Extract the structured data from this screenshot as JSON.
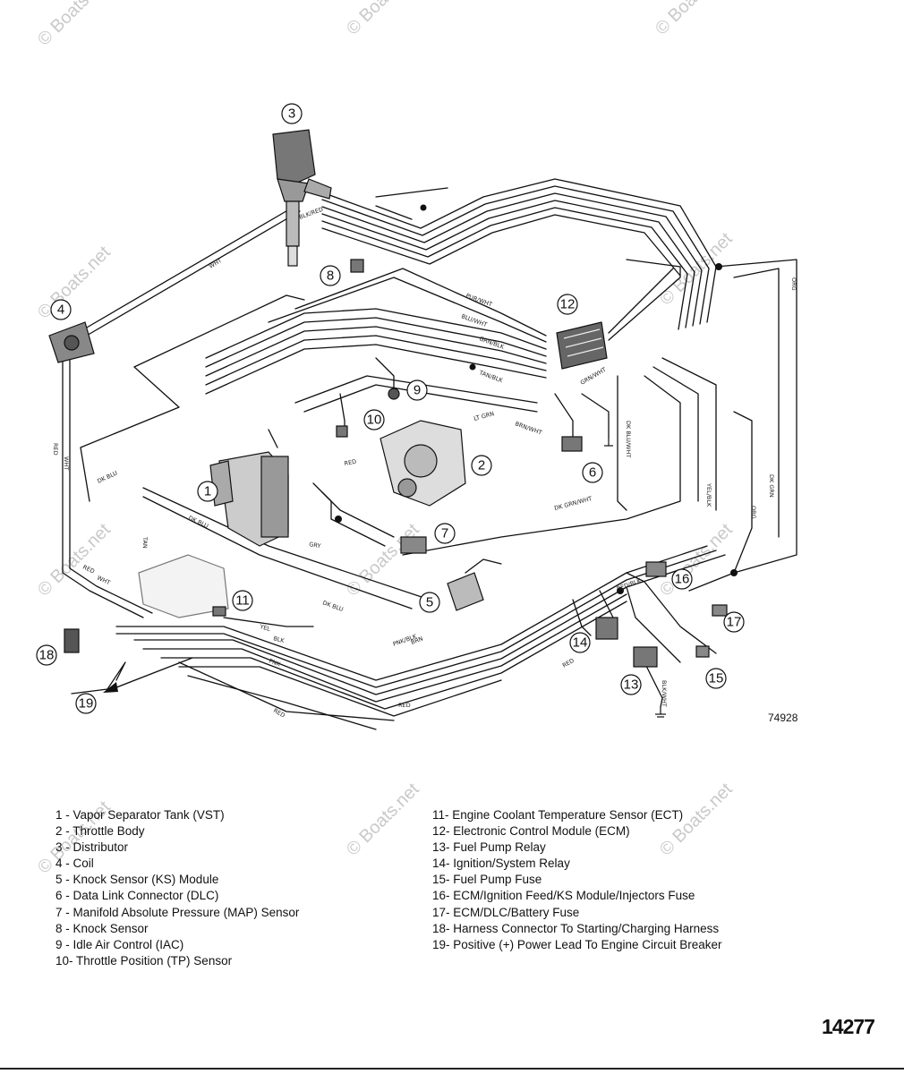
{
  "watermark": "© Boats.net",
  "diagram_number": "74928",
  "page_number": "14277",
  "callouts": [
    "1",
    "2",
    "3",
    "4",
    "5",
    "6",
    "7",
    "8",
    "9",
    "10",
    "11",
    "12",
    "13",
    "14",
    "15",
    "16",
    "17",
    "18",
    "19"
  ],
  "wire_labels": {
    "dk_blu": "DK BLU",
    "red": "RED",
    "wht": "WHT",
    "tan": "TAN",
    "gry": "GRY",
    "blk": "BLK",
    "brn": "BRN",
    "pnk": "PNK",
    "yel": "YEL",
    "lt_grn": "LT GRN",
    "pur_wht": "PUR/WHT",
    "blu_wht": "BLU/WHT",
    "tan_blk": "TAN/BLK",
    "pnk_blk": "PNK/BLK",
    "dk_grn_wht": "DK GRN/WHT",
    "brn_wht": "BRN/WHT",
    "blk_red": "BLK/RED",
    "org": "ORG",
    "dk_blu_wht": "DK BLU/WHT",
    "yel_blk": "YEL/BLK",
    "grn_wht": "GRN/WHT",
    "red_blk": "RED/BLK",
    "blk_wht": "BLK/WHT",
    "grn_blk": "GRN/BLK",
    "dk_grn": "DK GRN"
  },
  "legend_left": [
    "1  - Vapor Separator Tank (VST)",
    "2  - Throttle Body",
    "3  - Distributor",
    "4  - Coil",
    "5  - Knock Sensor (KS) Module",
    "6  - Data Link Connector (DLC)",
    "7  - Manifold Absolute Pressure (MAP) Sensor",
    "8  - Knock Sensor",
    "9  - Idle Air Control (IAC)",
    "10- Throttle Position (TP) Sensor"
  ],
  "legend_right": [
    "11- Engine Coolant Temperature Sensor (ECT)",
    "12- Electronic Control Module (ECM)",
    "13- Fuel Pump Relay",
    "14- Ignition/System  Relay",
    "15- Fuel Pump Fuse",
    "16- ECM/Ignition Feed/KS Module/Injectors Fuse",
    "17- ECM/DLC/Battery Fuse",
    "18- Harness Connector To Starting/Charging Harness",
    "19-  Positive (+) Power Lead To Engine Circuit Breaker"
  ]
}
